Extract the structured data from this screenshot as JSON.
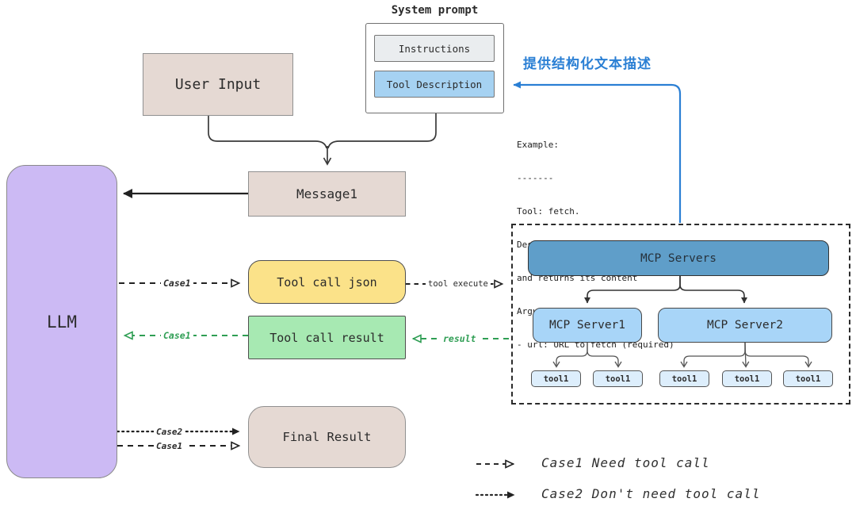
{
  "system_prompt": {
    "title": "System prompt",
    "instructions": "Instructions",
    "tool_description": "Tool Description"
  },
  "boxes": {
    "user_input": "User Input",
    "message1": "Message1",
    "llm": "LLM",
    "tool_call_json": "Tool call json",
    "tool_call_result": "Tool call result",
    "final_result": "Final Result"
  },
  "annotation": {
    "cn_note": "提供结构化文本描述",
    "example_lines": [
      "Example:",
      "-------",
      "Tool: fetch.",
      "Description: Fetches a website",
      "and returns its content",
      "Arguments:",
      "- url: URL to fetch (required)"
    ]
  },
  "mcp": {
    "header": "MCP Servers",
    "server1": "MCP Server1",
    "server2": "MCP Server2",
    "server1_tools": [
      "tool1",
      "tool1"
    ],
    "server2_tools": [
      "tool1",
      "tool1",
      "tool1"
    ]
  },
  "arrow_labels": {
    "case1_to_json": "Case1",
    "tool_execute": "tool execute",
    "result": "result",
    "case1_from_result": "Case1",
    "case2_to_final": "Case2",
    "case1_to_final": "Case1"
  },
  "legend": {
    "row1": "Case1 Need tool call",
    "row2": "Case2 Don't need tool call"
  },
  "colors": {
    "beige_box": "#e5d9d3",
    "purple_llm": "#ccbaf4",
    "yellow_json": "#fbe289",
    "green_result": "#a7e9b2",
    "light_blue_server": "#a8d5f8",
    "pale_blue_tool": "#ddeefc",
    "steel_blue_header": "#5f9ec9",
    "gray_instructions": "#eaedef",
    "blue_tool_description": "#a6d2f2",
    "accent_blue": "#2a7fd4",
    "accent_green": "#2f9e54"
  }
}
